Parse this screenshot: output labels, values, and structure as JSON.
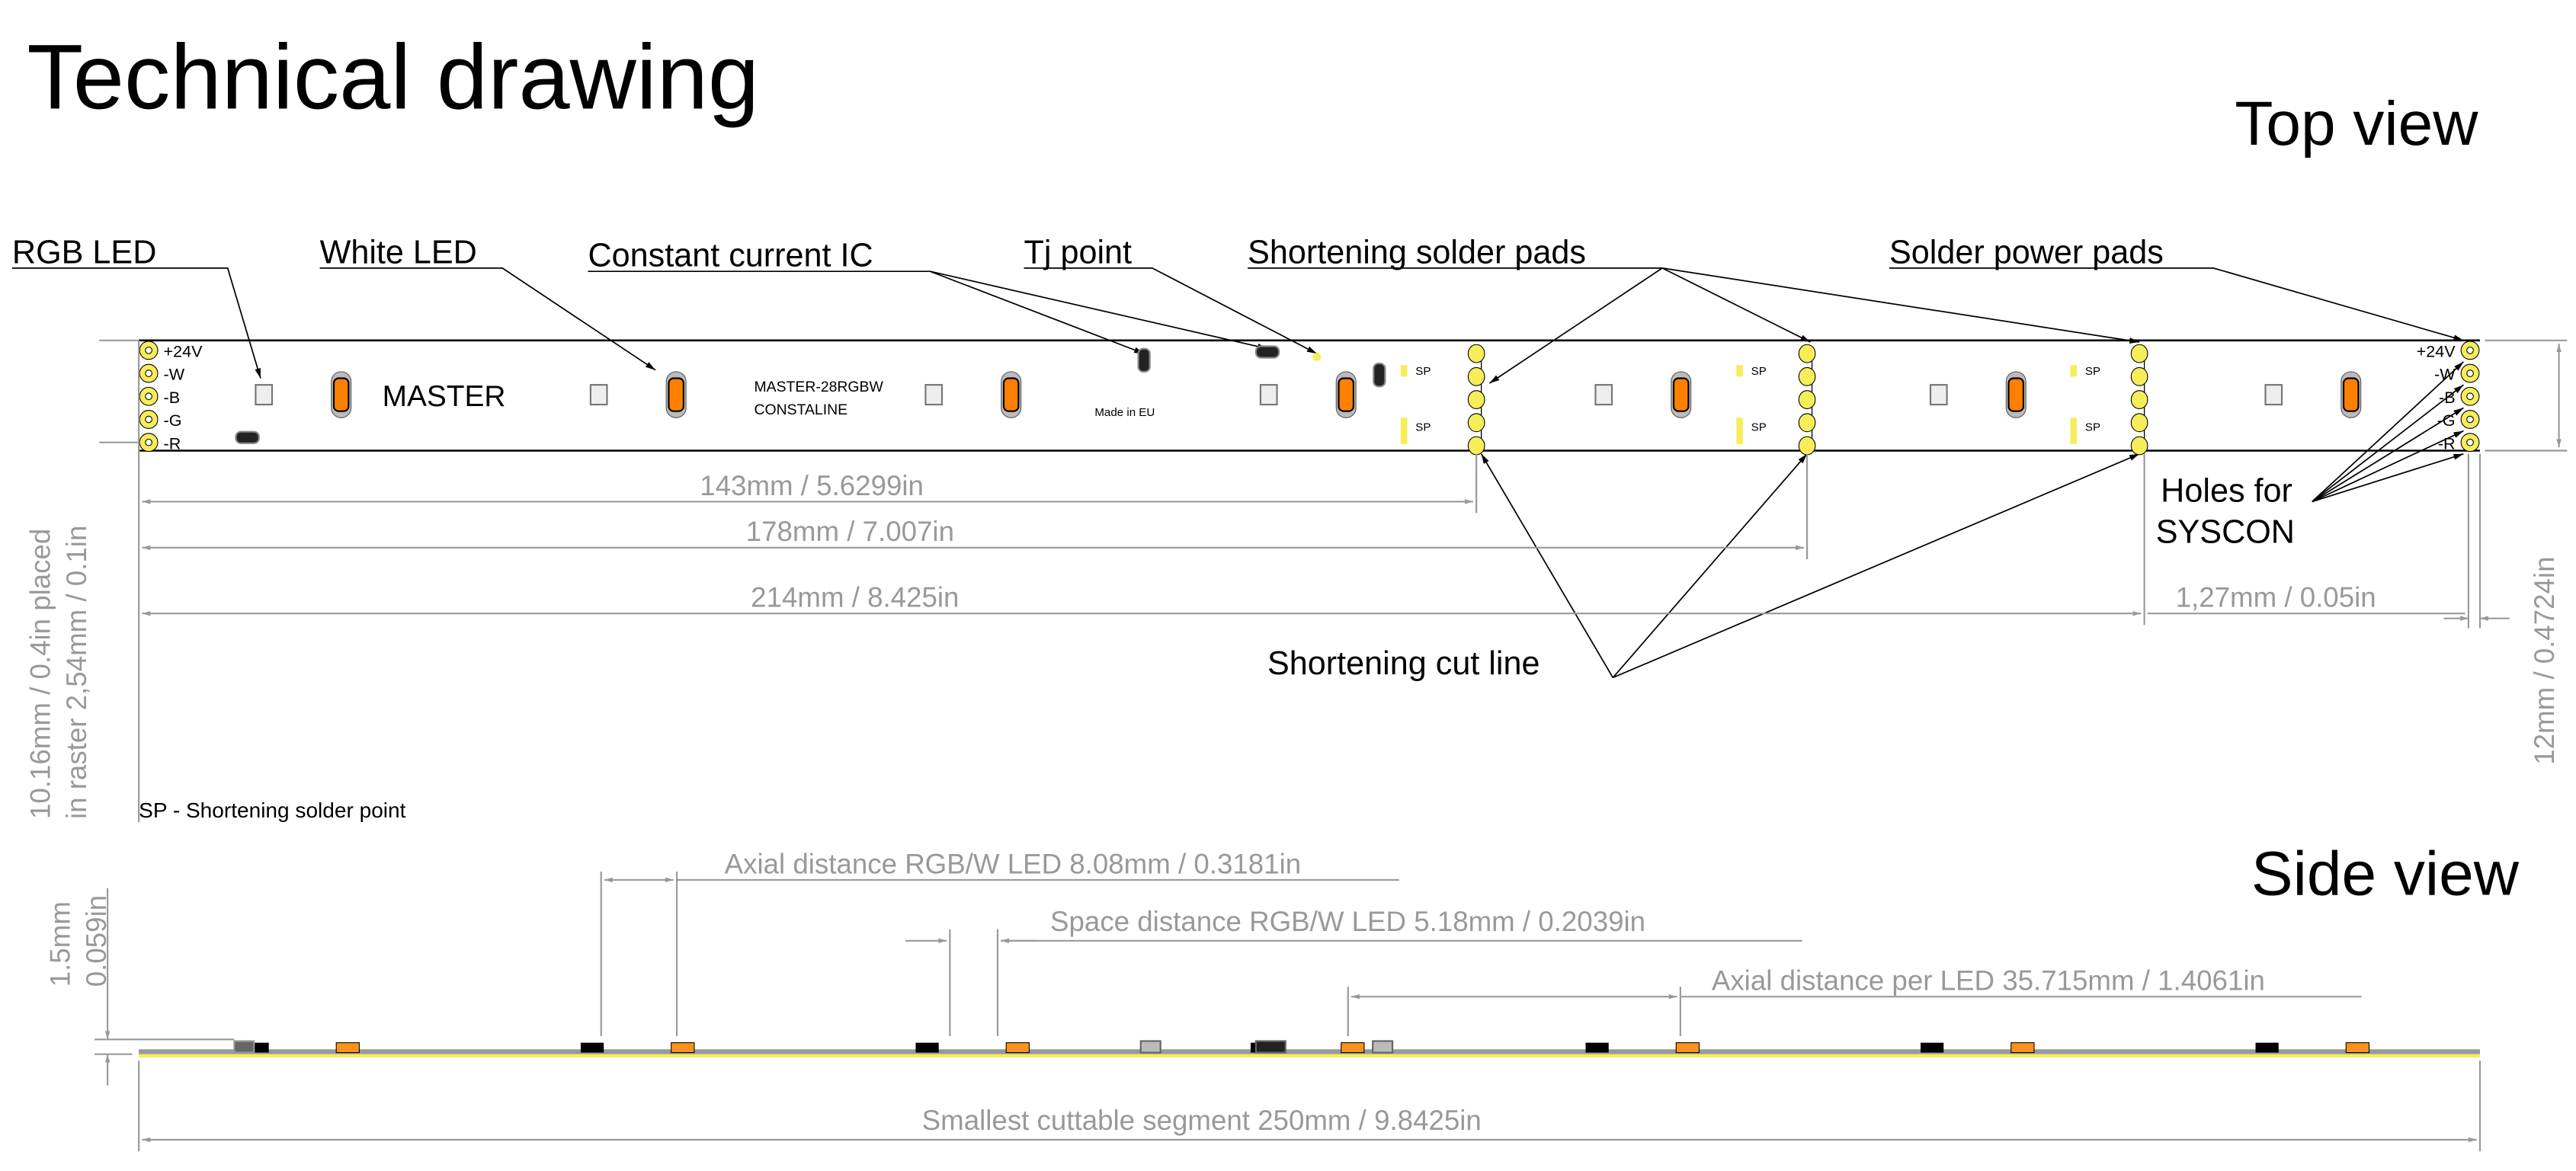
{
  "title": "Technical drawing",
  "top_view_label": "Top view",
  "side_view_label": "Side view",
  "callouts": {
    "rgb_led": "RGB LED",
    "white_led": "White LED",
    "constant_current_ic": "Constant current IC",
    "tj_point": "Tj point",
    "shortening_solder_pads": "Shortening solder pads",
    "solder_power_pads": "Solder power pads",
    "holes_for": "Holes for",
    "syscon": "SYSCON",
    "shortening_cut_line": "Shortening cut line"
  },
  "strip": {
    "master": "MASTER",
    "model": "MASTER-28RGBW",
    "brand": "CONSTALINE",
    "made_in": "Made in EU",
    "sp": "SP",
    "pad_labels": [
      "+24V",
      "-W",
      "-B",
      "-G",
      "-R"
    ]
  },
  "dimensions": {
    "d143": "143mm / 5.6299in",
    "d178": "178mm / 7.007in",
    "d214": "214mm / 8.425in",
    "d127": "1,27mm / 0.05in",
    "d12": "12mm / 0.4724in",
    "raster_1": "10.16mm / 0.4in  placed",
    "raster_2": "in raster 2,54mm / 0.1in",
    "height_mm": "1.5mm",
    "height_in": "0.059in",
    "axial_rgbw": "Axial distance RGB/W LED 8.08mm / 0.3181in",
    "space_rgbw": "Space distance RGB/W LED 5.18mm / 0.2039in",
    "axial_per_led": "Axial distance per LED 35.715mm / 1.4061in",
    "segment": "Smallest cuttable segment 250mm / 9.8425in"
  },
  "legend_note": "SP - Shortening solder point",
  "colors": {
    "pad_yellow": "#f5ee5a",
    "led_orange": "#ff8000",
    "dim_gray": "#999999"
  }
}
